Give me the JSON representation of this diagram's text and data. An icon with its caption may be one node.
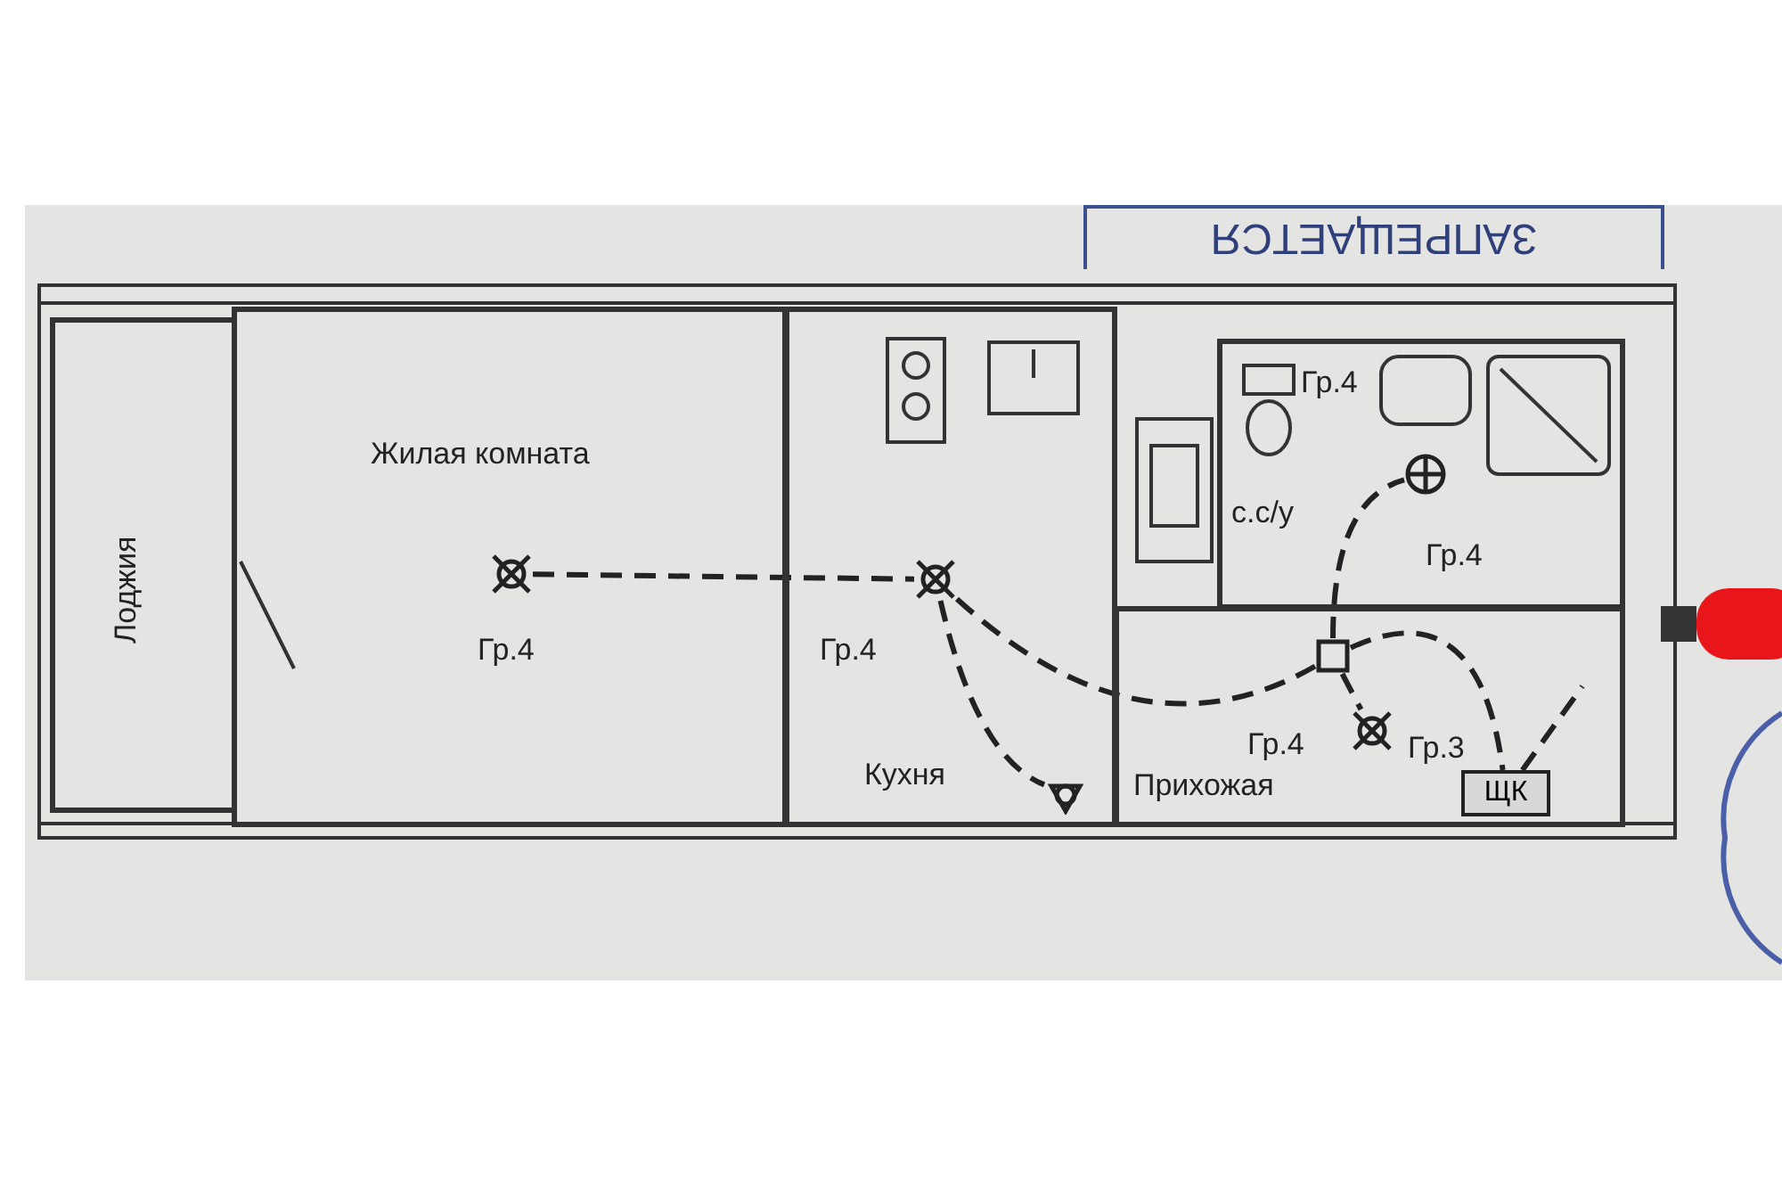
{
  "diagram": {
    "nodes": [
      {
        "text": [
          "Лоджия"
        ]
      },
      {
        "text": [
          "Жилая комната"
        ]
      },
      {
        "text": [
          "Кухня"
        ]
      },
      {
        "text": [
          "Прихожая"
        ]
      },
      {
        "text": [
          "с.с/у"
        ]
      },
      {
        "text": [
          "ЩК"
        ],
        "in": 3
      },
      {
        "text": [],
        "shape": "circle",
        "in": 1
      },
      {
        "text": [],
        "shape": "circle",
        "in": 2
      },
      {
        "text": [],
        "shape": "circle",
        "in": 2
      },
      {
        "text": [],
        "shape": "circle",
        "in": 3
      },
      {
        "text": [],
        "shape": "circle",
        "in": 4
      },
      {
        "text": [],
        "shape": "box",
        "in": 3
      }
    ],
    "edges": [
      {
        "from": 6,
        "to": 7,
        "arrow": "none",
        "style": "dashed"
      },
      {
        "from": 7,
        "to": 8,
        "arrow": "none",
        "style": "dashed"
      },
      {
        "from": 7,
        "to": 11,
        "arrow": "none",
        "style": "dashed"
      },
      {
        "from": 11,
        "to": 10,
        "arrow": "none",
        "style": "dashed"
      },
      {
        "from": 11,
        "to": 9,
        "arrow": "none",
        "style": "dashed"
      },
      {
        "from": 11,
        "to": 5,
        "arrow": "none",
        "style": "dashed"
      },
      {
        "from": 5,
        "to": null,
        "arrow": "none",
        "style": "dashed"
      }
    ],
    "labels": [
      "ЗАПРЕЩАЕТСЯ",
      "Гр.4",
      "Гр.4",
      "Гр.4",
      "Гр.4",
      "Гр.4",
      "Гр.3"
    ]
  }
}
